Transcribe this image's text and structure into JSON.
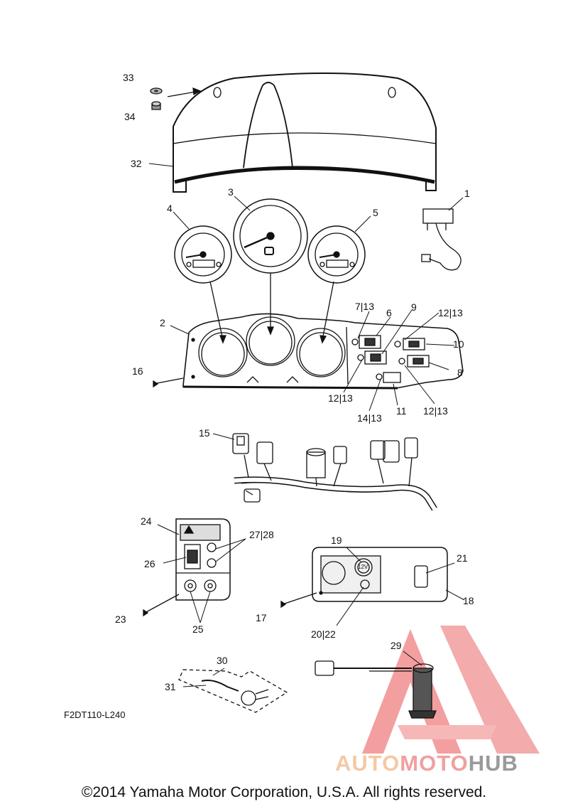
{
  "diagram": {
    "figure_code": "F2DT110-L240",
    "copyright": "©2014 Yamaha Motor Corporation, U.S.A. All rights reserved.",
    "watermark": {
      "part1": "AUTO",
      "part2": "MOTO",
      "part3": "HUB"
    },
    "callouts": {
      "c1": "1",
      "c2": "2",
      "c3": "3",
      "c4": "4",
      "c5": "5",
      "c6": "6",
      "c7_13": "7|13",
      "c8": "8",
      "c9": "9",
      "c10": "10",
      "c11": "11",
      "c12_13_a": "12|13",
      "c12_13_b": "12|13",
      "c12_13_c": "12|13",
      "c14_13": "14|13",
      "c15": "15",
      "c16": "16",
      "c17": "17",
      "c18": "18",
      "c19": "19",
      "c20_22": "20|22",
      "c21": "21",
      "c23": "23",
      "c24": "24",
      "c25": "25",
      "c26": "26",
      "c27_28": "27|28",
      "c29": "29",
      "c30": "30",
      "c31": "31",
      "c32": "32",
      "c33": "33",
      "c34": "34"
    },
    "gauge_face_label": "12V",
    "colors": {
      "line": "#111111",
      "watermark_red": "#e86060",
      "watermark_orange": "#f5c9a4",
      "watermark_gray": "#9a9a9a"
    }
  }
}
